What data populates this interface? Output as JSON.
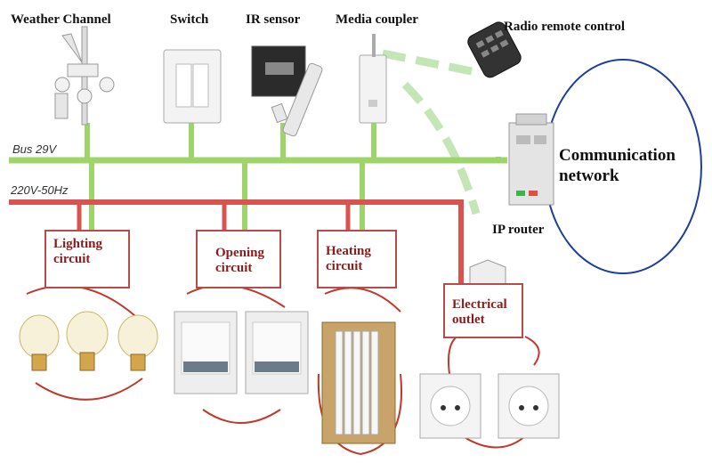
{
  "labels": {
    "weather_channel": "Weather Channel",
    "switch": "Switch",
    "ir_sensor": "IR sensor",
    "media_coupler": "Media coupler",
    "radio_remote": "Radio remote control",
    "bus": "Bus 29V",
    "power": "220V-50Hz",
    "communication_line1": "Communication",
    "communication_line2": "network",
    "ip_router": "IP router"
  },
  "circuits": {
    "lighting": [
      "Lighting",
      "circuit"
    ],
    "opening": [
      "Opening",
      "circuit"
    ],
    "heating": [
      "Heating",
      "circuit"
    ],
    "outlet": [
      "Electrical",
      "outlet"
    ]
  },
  "colors": {
    "bus_line": "#9fd46a",
    "power_line": "#d9534f",
    "box_border": "#b84b4b",
    "box_text": "#8b1c1c",
    "network_ellipse": "#1f3f9a",
    "wireless": "#bfe3b0"
  }
}
